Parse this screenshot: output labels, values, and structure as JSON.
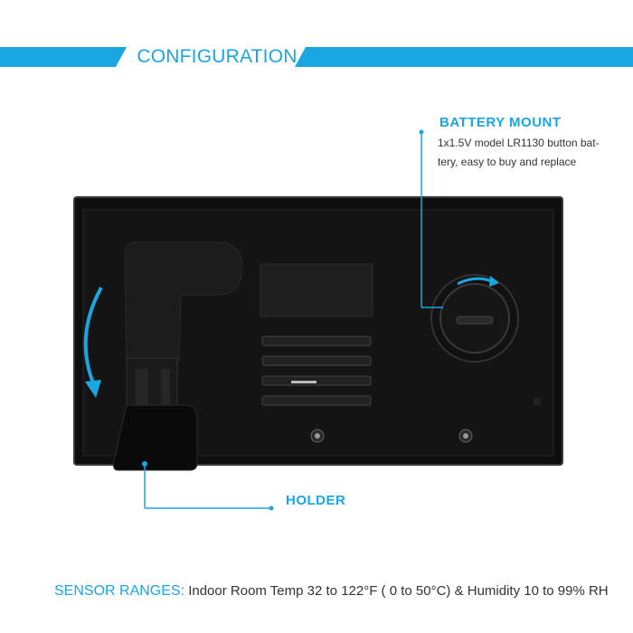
{
  "header": {
    "title": "CONFIGURATION"
  },
  "callouts": {
    "battery": {
      "title": "BATTERY MOUNT",
      "description_line1": "1x1.5V model LR1130 button bat-",
      "description_line2": "tery, easy to buy and replace"
    },
    "holder": {
      "title": "HOLDER"
    }
  },
  "footer": {
    "label": "SENSOR RANGES:",
    "text": "Indoor Room Temp 32 to 122°F ( 0 to 50°C) & Humidity 10 to 99% RH"
  },
  "colors": {
    "accent": "#1aa6e0",
    "device_body": "#111111",
    "device_edge": "#3a3a3a",
    "text": "#333333"
  },
  "icons": {
    "fold_arrow": "curved-arrow-icon",
    "rotate_arrow": "rotate-arrow-icon"
  }
}
